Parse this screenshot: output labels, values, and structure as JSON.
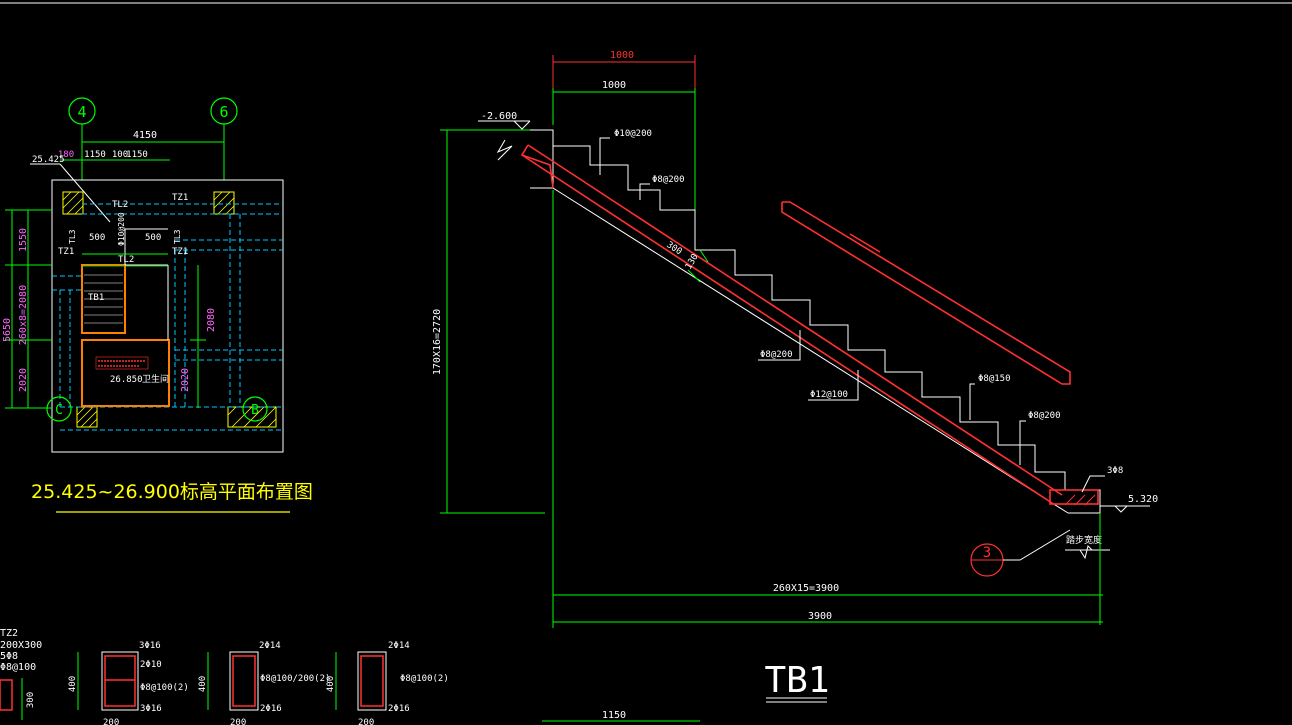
{
  "colors": {
    "background": "#000000",
    "dimension": "#00ff00",
    "text": "#ffffff",
    "rebar": "#ff3030",
    "axis": "#00ff00",
    "cyan": "#00c8ff",
    "magenta": "#ff66ff",
    "yellow": "#ffff00",
    "orange": "#ff8000",
    "hatch": "#ffff00"
  },
  "plan": {
    "grid_left": "4",
    "grid_right": "6",
    "grid_bottom_left": "C",
    "grid_bottom_right": "B",
    "dim_top_total": "4150",
    "dim_top_parts": [
      "180",
      "1150",
      "100",
      "1150"
    ],
    "elev_label": "25.425",
    "left_total": "5650",
    "left_top": "1550",
    "left_mid": "260x8=2080",
    "left_bottom": "2020",
    "inner_mid": "2080",
    "inner_bottom": "2020",
    "tl_top": "TL2",
    "tl_mid": "TL2",
    "tl_side_left": "TL3",
    "tl_side_right": "TL3",
    "tz_top_right": "TZ1",
    "tz_left": "TZ1",
    "tz_right": "TZ1",
    "tb_label": "TB1",
    "rebar_label": "Φ10@200",
    "dim_500_left": "500",
    "dim_500_right": "500",
    "room_elev": "26.850",
    "room_label": "卫生间",
    "title": "25.425~26.900标高平面布置图"
  },
  "section": {
    "dim_top_red": "1000",
    "dim_top": "1000",
    "elev_top": "-2.600",
    "rebar_1": "Φ10@200",
    "rebar_2": "Φ8@200",
    "dim_300": "300",
    "dim_130": "130",
    "rebar_3": "Φ8@200",
    "rebar_4": "Φ12@100",
    "rebar_5": "Φ8@150",
    "rebar_6": "Φ8@200",
    "rebar_7": "3Φ8",
    "elev_bottom": "5.320",
    "vert_dim": "170X16=2720",
    "bottom_dim_1": "260X15=3900",
    "bottom_dim_2": "3900",
    "detail_num": "3",
    "detail_note": "踏步宽度",
    "title": "TB1"
  },
  "beams": {
    "tz_name": "TZ2",
    "tz_size": "200X300",
    "tz_bars": "5Φ8",
    "tz_stirrup": "Φ8@100",
    "beam1": {
      "top": "3Φ16",
      "mid": "2Φ10",
      "stirrup": "Φ8@100(2)",
      "bottom": "3Φ16",
      "height": "400",
      "width": "200"
    },
    "beam2": {
      "top": "2Φ14",
      "stirrup": "Φ8@100/200(2)",
      "bottom": "2Φ16",
      "height": "400",
      "width": "200"
    },
    "beam3": {
      "top": "2Φ14",
      "stirrup": "Φ8@100(2)",
      "bottom": "2Φ16",
      "height": "400",
      "width": "200"
    },
    "h300": "300",
    "bottom_dim": "1150"
  }
}
